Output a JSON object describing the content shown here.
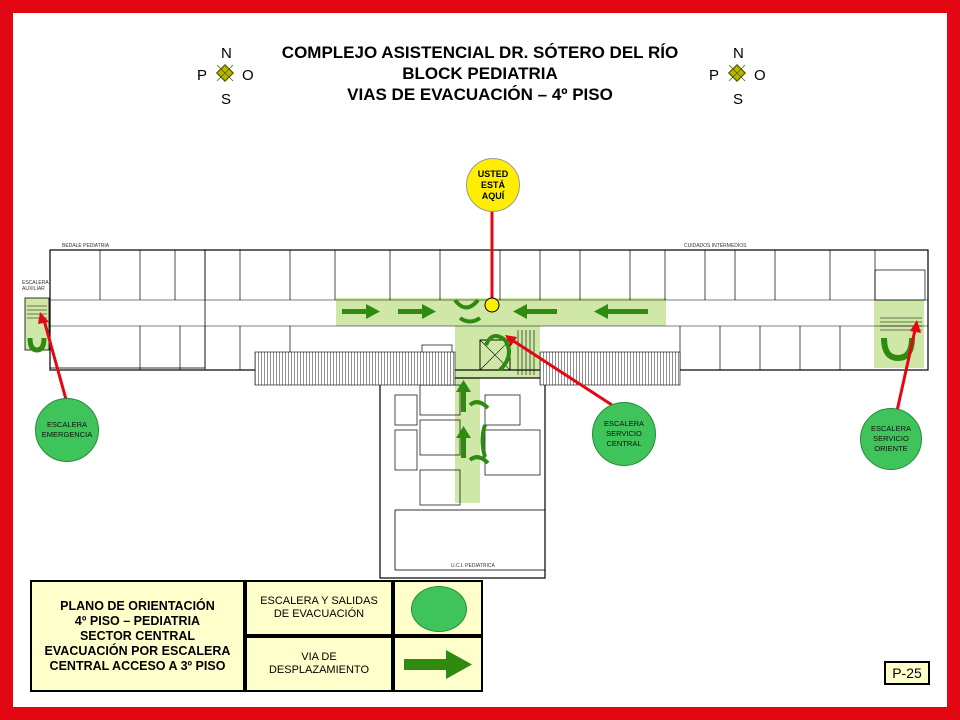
{
  "title": {
    "line1": "COMPLEJO  ASISTENCIAL  DR. SÓTERO DEL RÍO",
    "line2": "BLOCK PEDIATRIA",
    "line3": "VIAS DE EVACUACIÓN  – 4º PISO"
  },
  "compass": {
    "north": "N",
    "south": "S",
    "west": "O",
    "east": "P"
  },
  "you_are_here": {
    "line1": "USTED",
    "line2": "ESTÁ",
    "line3": "AQUÍ"
  },
  "stairs": {
    "emergency": {
      "line1": "ESCALERA",
      "line2": "EMERGENCIA"
    },
    "central": {
      "line1": "ESCALERA",
      "line2": "SERVICIO",
      "line3": "CENTRAL"
    },
    "east": {
      "line1": "ESCALERA",
      "line2": "SERVICIO",
      "line3": "ORIENTE"
    }
  },
  "plan_labels": {
    "left_wing": "BEDALE PEDIATRIA",
    "right_wing": "CUIDADOS INTERMEDIOS",
    "bottom": "U.C.I. PEDIATRICA",
    "stair_left": "ESCALERA AUXILIAR"
  },
  "legend": {
    "orientation_plan": {
      "line1": "PLANO DE ORIENTACIÓN",
      "line2": "4º PISO – PEDIATRIA",
      "line3": "SECTOR CENTRAL",
      "line4": "EVACUACIÓN POR ESCALERA",
      "line5": "CENTRAL ACCESO A 3º PISO"
    },
    "stairs_exits": {
      "line1": "ESCALERA Y SALIDAS",
      "line2": "DE EVACUACIÓN"
    },
    "route": {
      "line1": "VIA DE",
      "line2": "DESPLAZAMIENTO"
    }
  },
  "page_code": "P-25",
  "colors": {
    "frame": "#e30613",
    "route_arrow": "#2e8b0f",
    "route_zone": "#cfe8a8",
    "stair_badge": "#3ec45a",
    "you_are_here": "#ffee00",
    "legend_bg": "#ffffcc",
    "compass": "#b6b800"
  }
}
